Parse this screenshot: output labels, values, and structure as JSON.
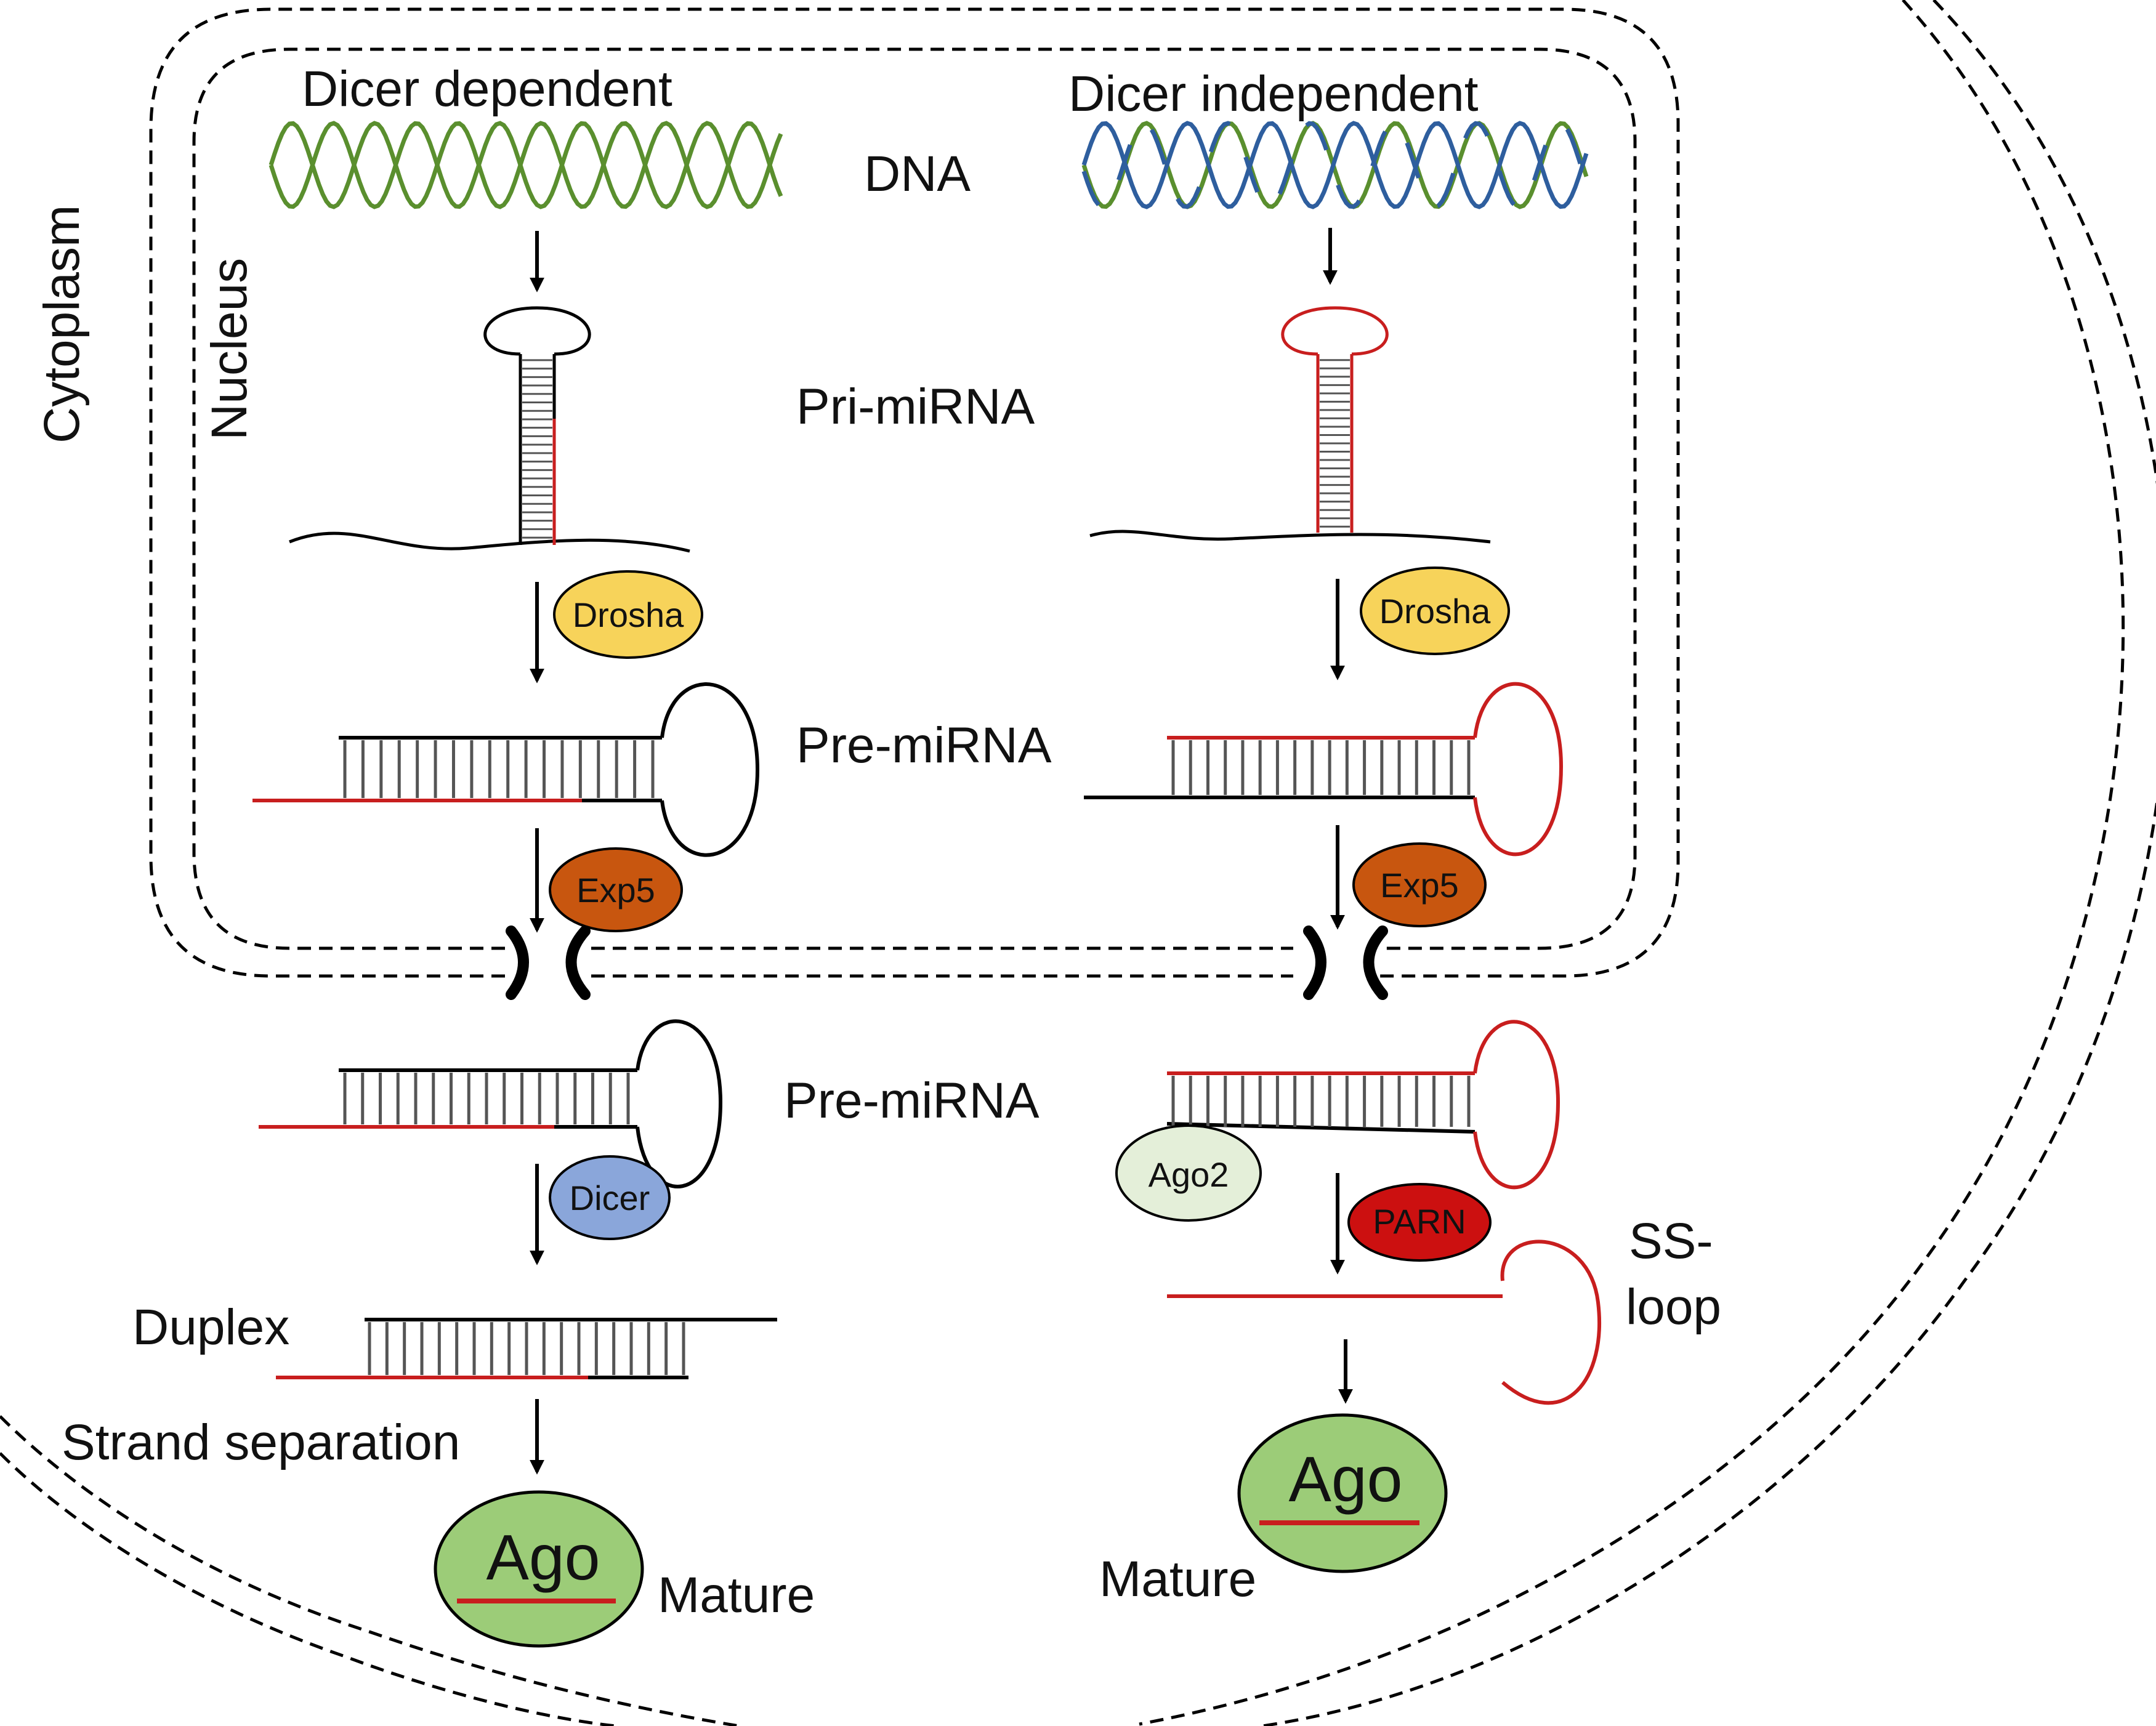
{
  "compartments": {
    "cytoplasm": "Cytoplasm",
    "nucleus": "Nucleus"
  },
  "pathways": {
    "left_title": "Dicer dependent",
    "right_title": "Dicer independent"
  },
  "stages": {
    "dna": "DNA",
    "pri_mirna": "Pri-miRNA",
    "pre_mirna_nuclear": "Pre-miRNA",
    "pre_mirna_cytoplasmic": "Pre-miRNA"
  },
  "left": {
    "drosha": "Drosha",
    "exp5": "Exp5",
    "dicer": "Dicer",
    "duplex": "Duplex",
    "strand_separation": "Strand separation",
    "ago": "Ago",
    "mature": "Mature"
  },
  "right": {
    "drosha": "Drosha",
    "exp5": "Exp5",
    "ago2": "Ago2",
    "parn": "PARN",
    "ss_loop_line1": "SS-",
    "ss_loop_line2": "loop",
    "ago": "Ago",
    "mature": "Mature"
  },
  "colors": {
    "dna_green": "#5a8f2e",
    "dna_blue": "#2e5e9e",
    "mirna_red": "#c81e1e",
    "drosha_yellow": "#f7d35a",
    "exp5_orange": "#c8560f",
    "dicer_blue": "#8aa6da",
    "ago2_pale": "#e4efd9",
    "parn_red": "#cc1010",
    "ago_green": "#9ccc78"
  }
}
